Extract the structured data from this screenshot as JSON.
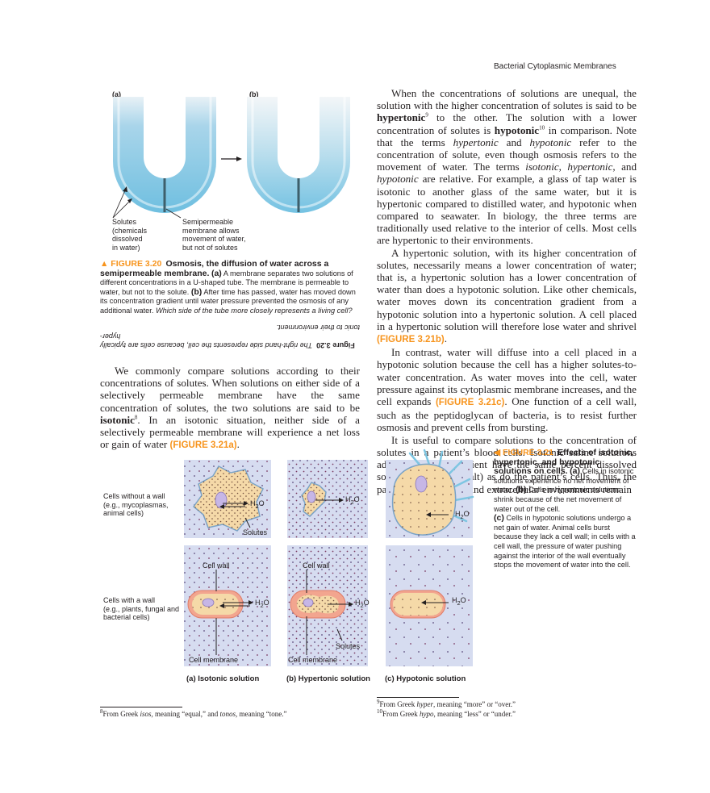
{
  "running_head": "Bacterial Cytoplasmic Membranes",
  "fig320": {
    "label_a": "(a)",
    "label_b": "(b)",
    "solutes_label": "Solutes\n(chemicals\ndissolved\nin water)",
    "membrane_label": "Semipermeable\nmembrane allows\nmovement of water,\nbut not of solutes",
    "fig_num": "▲ FIGURE 3.20",
    "title": "Osmosis, the diffusion of water across a semipermeable membrane.",
    "part_a": "(a)",
    "text_a": "A membrane separates two solutions of different concentrations in a U-shaped tube. The membrane is permeable to water, but not to the solute.",
    "part_b": "(b)",
    "text_b": "After time has passed, water has moved down its concentration gradient until water pressure prevented the osmosis of any additional water.",
    "question": "Which side of  the tube more closely represents a living cell?",
    "answer_label": "Figure 3.20",
    "answer_text": "The right-hand side represents the cell, because cells are typically hyper-",
    "answer_text2": "tonic to their environment."
  },
  "left_body": {
    "p1_before": "We commonly compare solutions according to their concentrations of solutes. When solutions on either side of a selectively permeable membrane have the same concentration of solutes, the two solutions are said to be ",
    "p1_bold": "isotonic",
    "p1_sup": "8",
    "p1_after": ". In an isotonic situation, neither side of a selectively permeable membrane will experience a net loss or gain of water ",
    "p1_ref": "(FIGURE 3.21a)",
    "p1_end": "."
  },
  "right_body": {
    "p1_a": "When the concentrations of solutions are unequal, the solution with the higher concentration of solutes is said to be ",
    "p1_hyper": "hypertonic",
    "p1_sup9": "9",
    "p1_b": " to the other. The solution with a lower concentration of solutes is ",
    "p1_hypo": "hypotonic",
    "p1_sup10": "10",
    "p1_c": " in comparison. Note that the terms ",
    "p1_i1": "hypertonic",
    "p1_d": " and ",
    "p1_i2": "hypotonic",
    "p1_e": " refer to the concentration of solute, even though osmosis refers to the movement of water. The terms ",
    "p1_i3": "isotonic",
    "p1_f": ", ",
    "p1_i4": "hypertonic",
    "p1_g": ", and ",
    "p1_i5": "hypotonic",
    "p1_h": " are relative. For example, a glass of tap water is isotonic to another glass of the same water, but it is hypertonic compared to distilled water, and hypotonic when compared to seawater. In biology, the three terms are traditionally used relative to the interior of cells. Most cells are hypertonic to their environments.",
    "p2_a": "A hypertonic solution, with its higher concentration of solutes, necessarily means a lower concentration of water; that is, a hypertonic solution has a lower concentration of water than does a hypotonic solution. Like other chemicals, water moves down its concentration gradient from a hypotonic solution into a hypertonic solution. A cell placed in a hypertonic solution will therefore lose water and shrivel ",
    "p2_ref": "(FIGURE 3.21b)",
    "p2_end": ".",
    "p3_a": "In contrast, water will diffuse into a cell placed in a hypotonic solution because the cell has a higher solutes-to-water concentration. As water moves into the cell, water pressure against its cytoplasmic membrane increases, and the cell expands ",
    "p3_ref": "(FIGURE 3.21c)",
    "p3_b": ". One function of a cell wall, such as the peptidoglycan of bacteria, is to resist further osmosis and prevent cells from bursting.",
    "p4": "It is useful to compare solutions to the concentration of solutes in a patient’s blood cells. Isotonic saline solutions administered to a patient have the same percent dissolved solute (in this case, salt) as do the patient’s cells. Thus, the patient’s intracellular and extracellular environments remain"
  },
  "fig321": {
    "row1_label": "Cells without a wall\n(e.g., mycoplasmas,\nanimal cells)",
    "row2_label": "Cells with a wall\n(e.g., plants, fungal and\nbacterial cells)",
    "h2o": "H",
    "h2o_sub": "2",
    "h2o_o": "O",
    "solutes": "Solutes",
    "cell_wall": "Cell wall",
    "cell_membrane": "Cell membrane",
    "title_a": "(a) Isotonic solution",
    "title_b": "(b) Hypertonic solution",
    "title_c": "(c) Hypotonic solution",
    "fig_num": "◀ FIGURE 3.21",
    "title": "Effects of isotonic, hypertonic, and hypotonic solutions on cells.",
    "part_a": "(a)",
    "text_a": "Cells in isotonic solutions experience no net movement of water.",
    "part_b": "(b)",
    "text_b": "Cells in hypertonic solutions shrink because of the net movement of water out of the cell.",
    "part_c": "(c)",
    "text_c": "Cells in hypotonic solutions undergo a net gain of water. Animal cells burst because they lack a cell wall; in cells with a cell wall, the pressure of water pushing against the interior of the wall eventually stops the movement of water into the cell."
  },
  "footnotes": {
    "fn8_num": "8",
    "fn8_a": "From Greek ",
    "fn8_i1": "isos",
    "fn8_b": ", meaning “equal,” and ",
    "fn8_i2": "tonos",
    "fn8_c": ", meaning “tone.”",
    "fn9_num": "9",
    "fn9_a": "From Greek ",
    "fn9_i": "hyper",
    "fn9_b": ", meaning “more” or “over.”",
    "fn10_num": "10",
    "fn10_a": "From Greek ",
    "fn10_i": "hypo",
    "fn10_b": ", meaning “less” or “under.”"
  },
  "colors": {
    "orange": "#f7941d",
    "panel_bg": "#d6dcf0",
    "cytoplasm": "#f5d9a8",
    "cell_wall": "#f2a58f",
    "nucleus": "#c6b6e6",
    "tube_blue": "#7fc6e4"
  }
}
